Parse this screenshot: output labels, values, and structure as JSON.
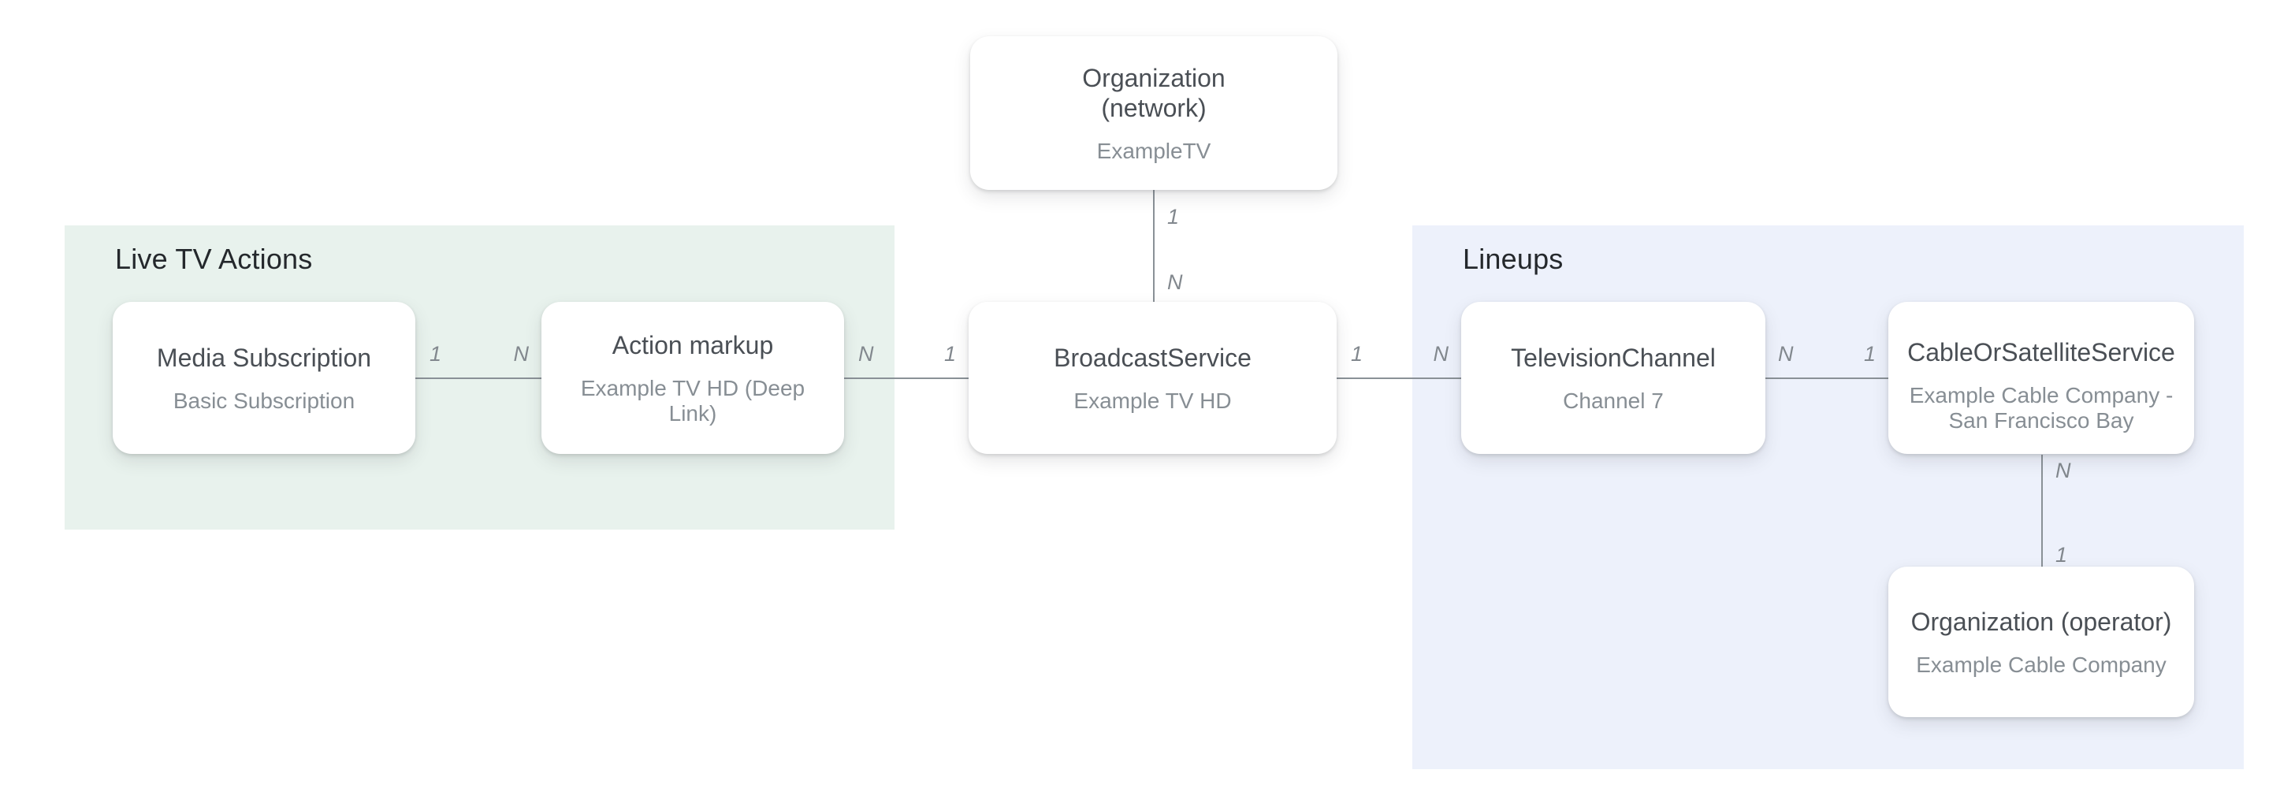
{
  "sections": {
    "live_tv_actions": {
      "label": "Live TV Actions"
    },
    "lineups": {
      "label": "Lineups"
    }
  },
  "nodes": {
    "organization_network": {
      "title": "Organization\n(network)",
      "subtitle": "ExampleTV"
    },
    "media_subscription": {
      "title": "Media Subscription",
      "subtitle": "Basic Subscription"
    },
    "action_markup": {
      "title": "Action markup",
      "subtitle": "Example TV HD (Deep Link)"
    },
    "broadcast_service": {
      "title": "BroadcastService",
      "subtitle": "Example TV HD"
    },
    "television_channel": {
      "title": "TelevisionChannel",
      "subtitle": "Channel 7"
    },
    "cable_or_satellite_service": {
      "title": "CableOrSatelliteService",
      "subtitle": "Example Cable Company -\nSan Francisco Bay"
    },
    "organization_operator": {
      "title": "Organization (operator)",
      "subtitle": "Example Cable Company"
    }
  },
  "edges": {
    "network_to_broadcast": {
      "start": "1",
      "end": "N"
    },
    "media_to_action": {
      "start": "1",
      "end": "N"
    },
    "action_to_broadcast": {
      "start": "N",
      "end": "1"
    },
    "broadcast_to_channel": {
      "start": "1",
      "end": "N"
    },
    "channel_to_cable": {
      "start": "N",
      "end": "1"
    },
    "cable_to_operator": {
      "start": "N",
      "end": "1"
    }
  },
  "colors": {
    "canvas_bg": "#ffffff",
    "live_tv_bg": "#e8f2ed",
    "lineups_bg": "#edf1fb",
    "node_bg": "#ffffff",
    "title_color": "#4a4f55",
    "subtitle_color": "#878e94",
    "section_label_color": "#24282c",
    "line_color": "#8a9197",
    "edge_label_color": "#82888e"
  }
}
